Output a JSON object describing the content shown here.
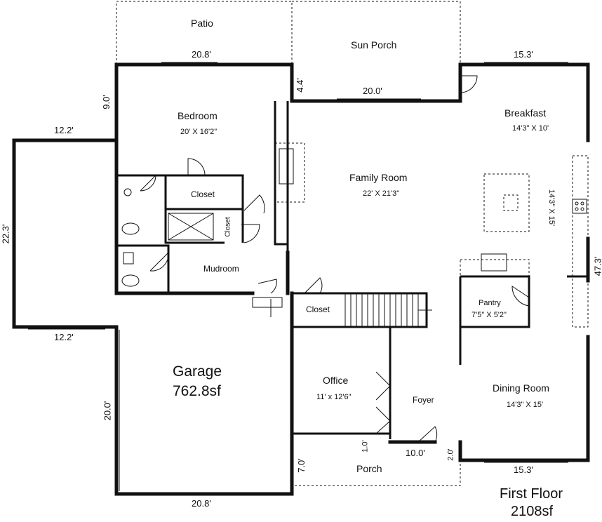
{
  "rooms": {
    "patio": "Patio",
    "sun_porch": "Sun Porch",
    "bedroom": "Bedroom",
    "bedroom_dim": "20' X 16'2\"",
    "family_room": "Family Room",
    "family_room_dim": "22' X 21'3\"",
    "breakfast": "Breakfast",
    "breakfast_dim": "14'3\" X 10'",
    "kitchen_dim": "14'3\" X 15'",
    "closet_bedroom": "Closet",
    "closet_small": "Closet",
    "mudroom": "Mudroom",
    "closet_stairs": "Closet",
    "pantry": "Pantry",
    "pantry_dim": "7'5\" X 5'2\"",
    "garage": "Garage",
    "garage_area": "762.8sf",
    "office": "Office",
    "office_dim": "11' x 12'6\"",
    "foyer": "Foyer",
    "dining_room": "Dining Room",
    "dining_room_dim": "14'3\" X 15'",
    "porch": "Porch"
  },
  "measurements": {
    "patio_width": "20.8'",
    "sun_porch_width": "20.0'",
    "breakfast_width": "15.3'",
    "sun_porch_depth": "4.4'",
    "bedroom_side": "9.0'",
    "garage_top": "12.2'",
    "garage_left": "22.3'",
    "garage_mid": "12.2'",
    "garage_side": "20.0'",
    "garage_bottom": "20.8'",
    "right_side": "47.3'",
    "porch_depth": "7.0'",
    "porch_step": "1.0'",
    "porch_width": "10.0'",
    "dining_step": "2.0'",
    "dining_width": "15.3'"
  },
  "footer": {
    "floor_label": "First Floor",
    "total_area": "2108sf"
  }
}
